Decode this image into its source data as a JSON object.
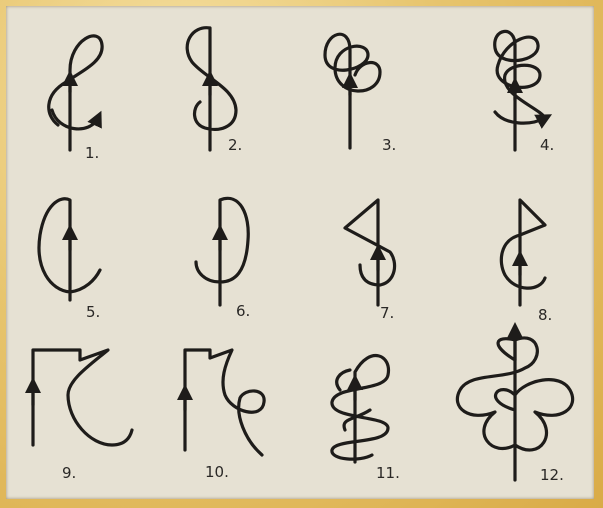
{
  "colors": {
    "frame": "#e2bb5c",
    "plate": "#e6e1d3",
    "ink": "#1e1c1a"
  },
  "figures": [
    {
      "number": "1."
    },
    {
      "number": "2."
    },
    {
      "number": "3."
    },
    {
      "number": "4."
    },
    {
      "number": "5."
    },
    {
      "number": "6."
    },
    {
      "number": "7."
    },
    {
      "number": "8."
    },
    {
      "number": "9."
    },
    {
      "number": "10."
    },
    {
      "number": "11."
    },
    {
      "number": "12."
    }
  ]
}
